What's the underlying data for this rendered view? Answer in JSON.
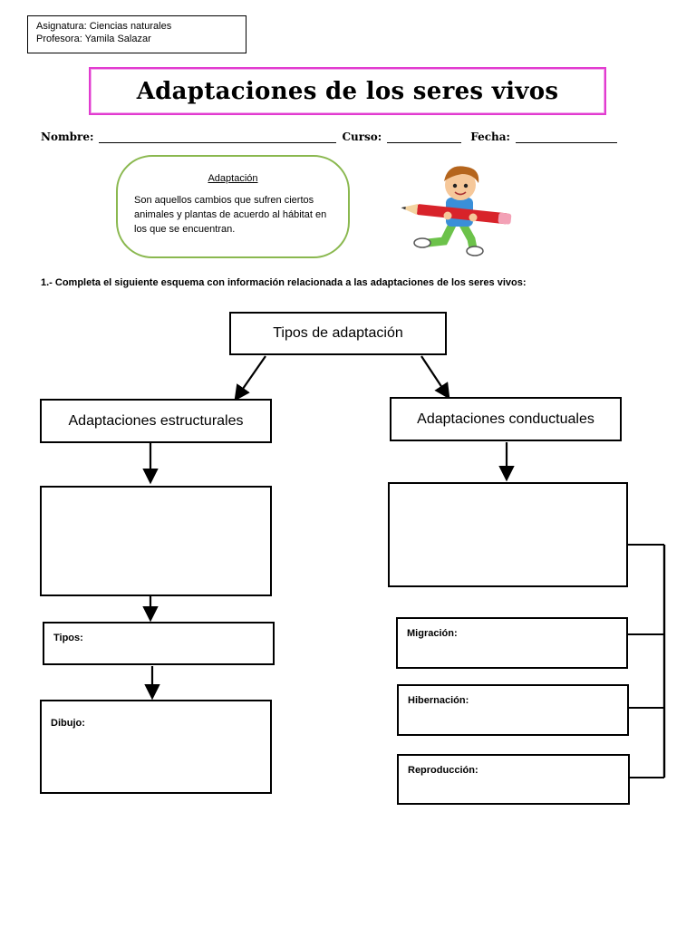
{
  "header": {
    "subject": "Asignatura: Ciencias naturales",
    "teacher": "Profesora: Yamila Salazar"
  },
  "title": "Adaptaciones de los seres vivos",
  "fields": {
    "name_label": "Nombre:",
    "course_label": "Curso:",
    "date_label": "Fecha:"
  },
  "definition": {
    "title": "Adaptación",
    "text": "Son aquellos cambios que sufren ciertos animales y plantas de acuerdo al hábitat en los que se encuentran."
  },
  "instruction": "1.- Completa el siguiente esquema con información relacionada a las adaptaciones de los seres vivos:",
  "diagram": {
    "root": "Tipos de adaptación",
    "left_branch": "Adaptaciones estructurales",
    "right_branch": "Adaptaciones conductuales",
    "left_types_label": "Tipos:",
    "left_drawing_label": "Dibujo:",
    "right_items": [
      "Migración:",
      "Hibernación:",
      "Reproducción:"
    ]
  },
  "colors": {
    "title_border": "#e23bd0",
    "definition_border": "#8ab84f",
    "pencil_red": "#d8232a",
    "shirt_blue": "#3a8fd9",
    "pants_green": "#6cc24a"
  }
}
